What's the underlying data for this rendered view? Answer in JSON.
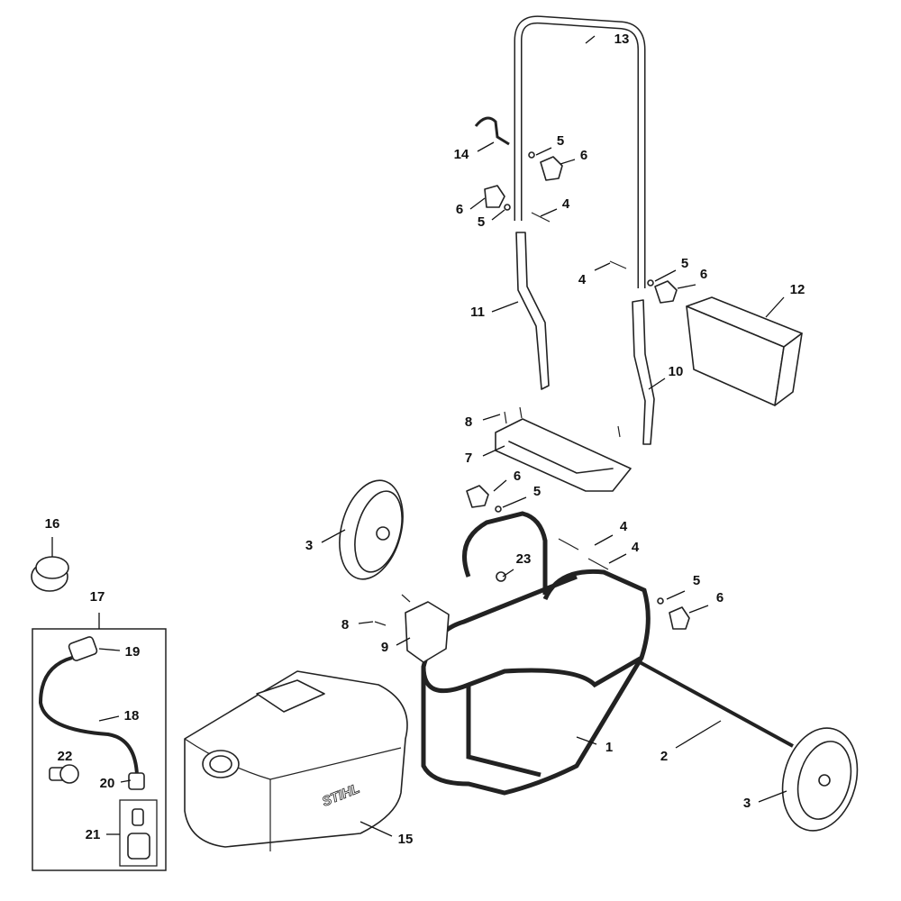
{
  "diagram": {
    "type": "exploded parts diagram",
    "brand_mark": "STIHL",
    "callouts": [
      "13",
      "14",
      "5",
      "6",
      "6",
      "5",
      "4",
      "4",
      "5",
      "6",
      "12",
      "11",
      "10",
      "8",
      "7",
      "6",
      "5",
      "3",
      "4",
      "4",
      "23",
      "16",
      "17",
      "19",
      "18",
      "8",
      "9",
      "5",
      "6",
      "1",
      "2",
      "22",
      "20",
      "21",
      "15",
      "3"
    ]
  }
}
